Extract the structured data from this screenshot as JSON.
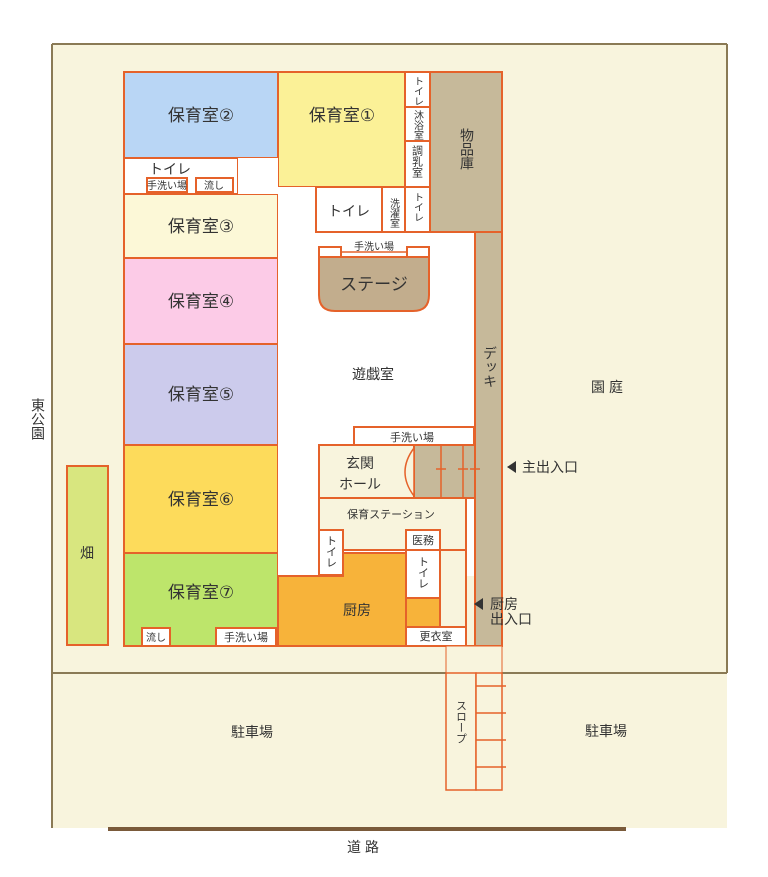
{
  "colors": {
    "site": "#f8f4dd",
    "wall": "#e5622a",
    "room1": "#fbf197",
    "room2": "#b9d6f5",
    "room3": "#fcf8d7",
    "room4": "#fccbe7",
    "room5": "#cccbec",
    "room6": "#fddb5b",
    "room7": "#bde56b",
    "kitchen": "#f7b33a",
    "storage": "#c6b99a",
    "deck": "#c6b99a",
    "stage": "#c2ad8d",
    "field": "#d8e67f",
    "white": "#ffffff",
    "corridor": "#f8f4dd"
  },
  "labels": {
    "room1": "保育室①",
    "room2": "保育室②",
    "room3": "保育室③",
    "room4": "保育室④",
    "room5": "保育室⑤",
    "room6": "保育室⑥",
    "room7": "保育室⑦",
    "toilet_top": "トイレ",
    "handwash_left": "手洗い場",
    "sink_left": "流し",
    "toilet_mid": "トイレ",
    "laundry": "洗濯室",
    "toilet_v1": "トイレ",
    "toilet_v2": "トイレ",
    "bath": "沐浴室",
    "milk": "調乳室",
    "storage": "物品庫",
    "handwash_stage": "手洗い場",
    "stage": "ステージ",
    "playroom": "遊戯室",
    "deck": "デッキ",
    "handwash_entrance": "手洗い場",
    "entrance_line1": "玄関",
    "entrance_line2": "ホール",
    "station": "保育ステーション",
    "medical": "医務",
    "toilet_station": "トイレ",
    "toilet_kitchen": "トイレ",
    "kitchen": "厨房",
    "locker": "更衣室",
    "sink_bottom": "流し",
    "handwash_bottom": "手洗い場",
    "field": "畑",
    "east_park": "東公園",
    "garden": "園庭",
    "main_entrance": "主出入口",
    "kitchen_entrance_line1": "厨房",
    "kitchen_entrance_line2": "出入口",
    "parking_left": "駐車場",
    "parking_right": "駐車場",
    "slope": "スロープ",
    "road": "道路"
  }
}
